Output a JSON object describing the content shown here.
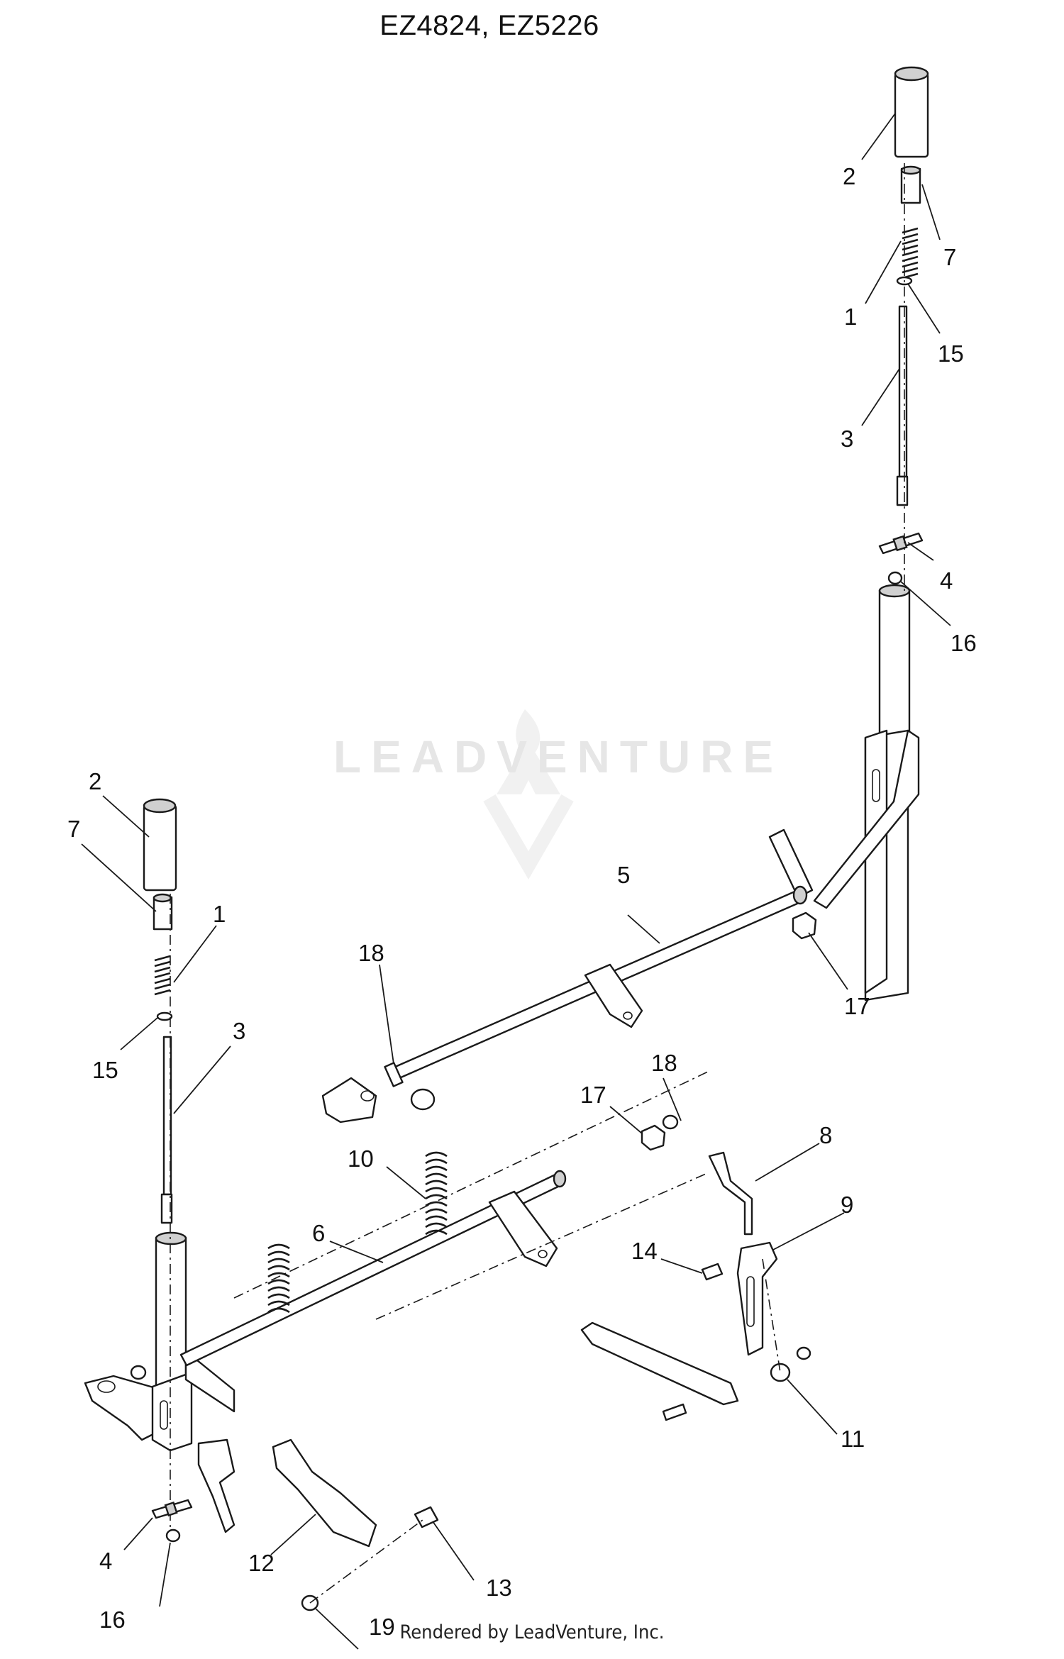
{
  "diagram": {
    "title": "EZ4824, EZ5226",
    "footer": "Rendered by LeadVenture, Inc.",
    "watermark": "LEADVENTURE",
    "callouts": [
      {
        "id": "c-right-2",
        "label": "2"
      },
      {
        "id": "c-right-7",
        "label": "7"
      },
      {
        "id": "c-right-1",
        "label": "1"
      },
      {
        "id": "c-right-15",
        "label": "15"
      },
      {
        "id": "c-right-3",
        "label": "3"
      },
      {
        "id": "c-right-4",
        "label": "4"
      },
      {
        "id": "c-right-16",
        "label": "16"
      },
      {
        "id": "c-5",
        "label": "5"
      },
      {
        "id": "c-17-upper",
        "label": "17"
      },
      {
        "id": "c-18-upper",
        "label": "18"
      },
      {
        "id": "c-left-2",
        "label": "2"
      },
      {
        "id": "c-left-7",
        "label": "7"
      },
      {
        "id": "c-left-1",
        "label": "1"
      },
      {
        "id": "c-left-15",
        "label": "15"
      },
      {
        "id": "c-left-3",
        "label": "3"
      },
      {
        "id": "c-18-lower",
        "label": "18"
      },
      {
        "id": "c-17-lower",
        "label": "17"
      },
      {
        "id": "c-10",
        "label": "10"
      },
      {
        "id": "c-6",
        "label": "6"
      },
      {
        "id": "c-8",
        "label": "8"
      },
      {
        "id": "c-9",
        "label": "9"
      },
      {
        "id": "c-14",
        "label": "14"
      },
      {
        "id": "c-11",
        "label": "11"
      },
      {
        "id": "c-left-4",
        "label": "4"
      },
      {
        "id": "c-left-16",
        "label": "16"
      },
      {
        "id": "c-12",
        "label": "12"
      },
      {
        "id": "c-13",
        "label": "13"
      },
      {
        "id": "c-19",
        "label": "19"
      }
    ]
  }
}
